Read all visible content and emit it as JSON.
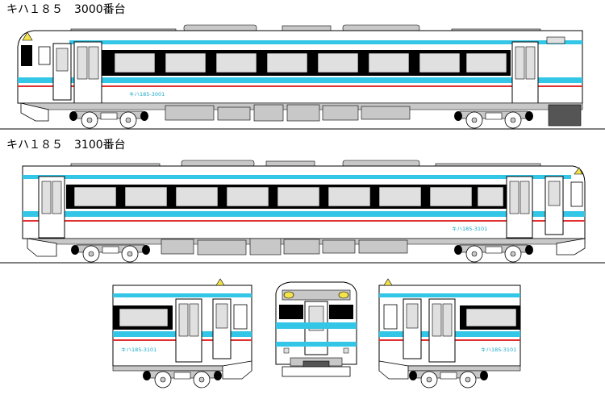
{
  "titles": {
    "car_3000": "キハ１８５　3000番台",
    "car_3100": "キハ１８５　3100番台"
  },
  "car_numbers": {
    "car_3000": "キハ185-3001",
    "car_3100": "キハ185-3101"
  },
  "colors": {
    "body": "#ffffff",
    "stripe": "#33c6e6",
    "red_line": "#e03030",
    "window": "#e0e0e0",
    "window_band": "#000000",
    "underfloor": "#c8c8c8",
    "roof_equipment": "#c8c8c8"
  }
}
